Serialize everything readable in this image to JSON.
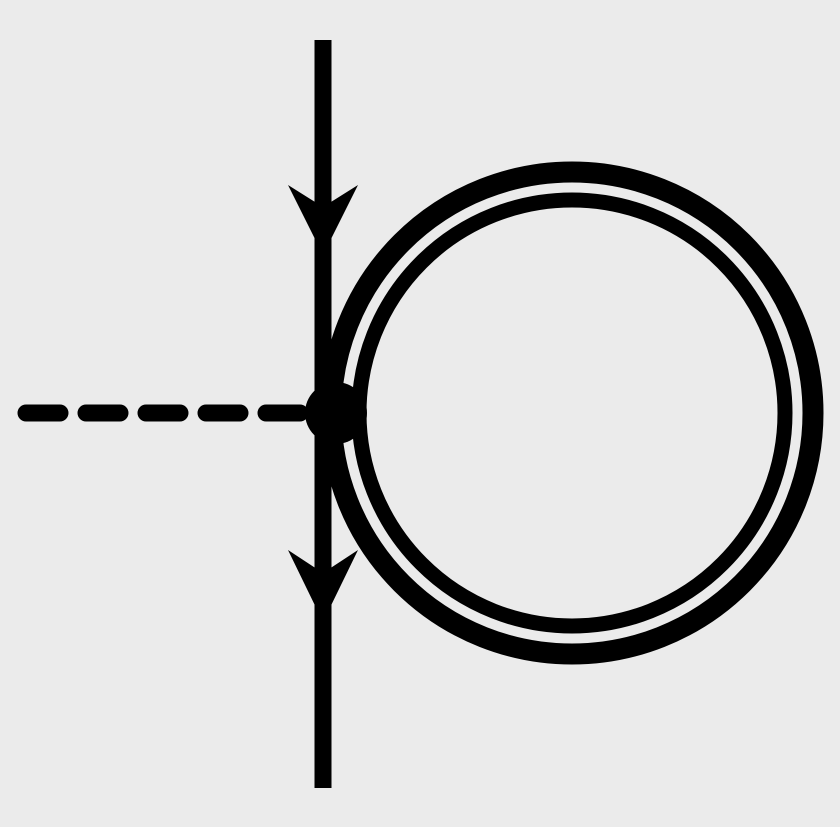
{
  "diagram": {
    "kind": "feynman-diagram",
    "background_color": "#ebebeb",
    "ink_color": "#000000",
    "elements": [
      {
        "name": "fermion-line",
        "style": "solid",
        "arrows": 2,
        "direction": "down"
      },
      {
        "name": "double-line-loop",
        "style": "double",
        "shape": "circle"
      },
      {
        "name": "scalar-line",
        "style": "dashed"
      },
      {
        "name": "interaction-vertex",
        "style": "filled-dot"
      }
    ]
  }
}
